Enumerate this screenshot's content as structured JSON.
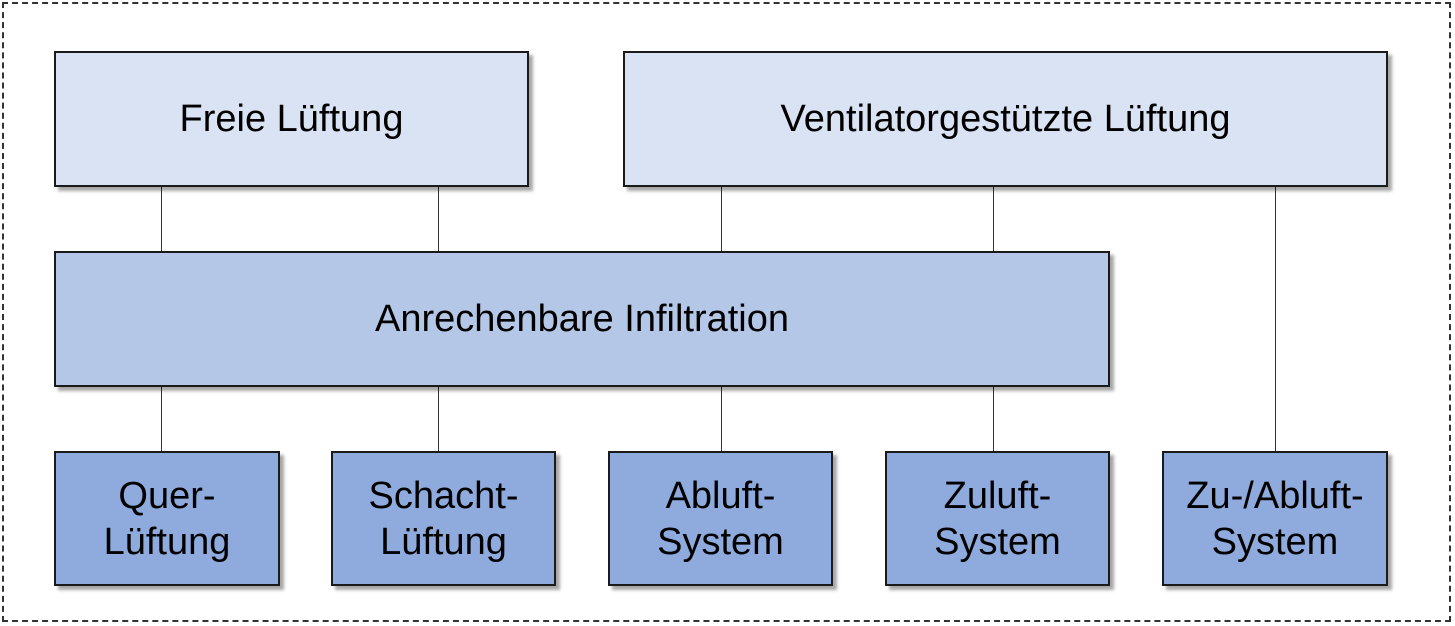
{
  "colors": {
    "top_fill": "#dae3f3",
    "middle_fill": "#b4c7e7",
    "bottom_fill": "#8faadc",
    "border": "#1a1a1a"
  },
  "diagram": {
    "top": {
      "freie_lueftung": "Freie Lüftung",
      "ventilator_lueftung": "Ventilatorgestützte Lüftung"
    },
    "middle": {
      "infiltration": "Anrechenbare Infiltration"
    },
    "bottom": {
      "quer": "Quer-\nLüftung",
      "schacht": "Schacht-\nLüftung",
      "abluft": "Abluft-\nSystem",
      "zuluft": "Zuluft-\nSystem",
      "zu_abluft": "Zu-/Abluft-\nSystem"
    }
  }
}
